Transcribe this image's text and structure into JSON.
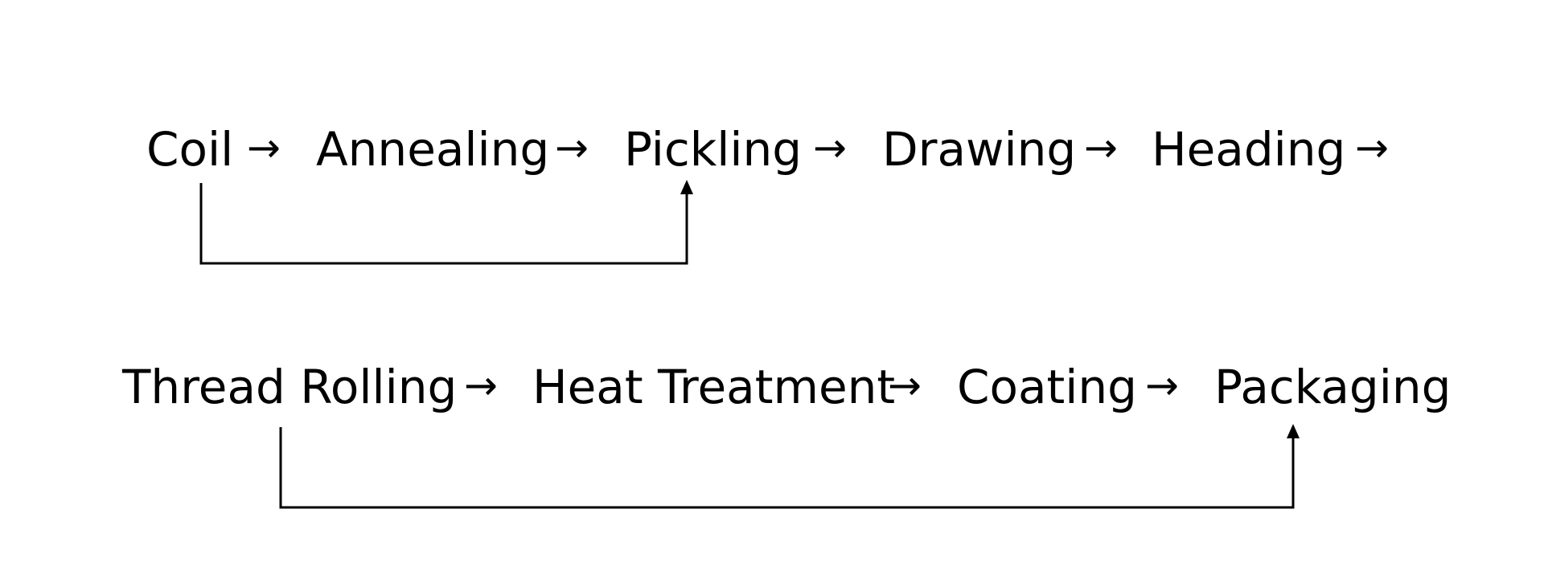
{
  "flow": {
    "row1": [
      {
        "id": "coil",
        "label": "Coil"
      },
      {
        "id": "annealing",
        "label": "Annealing"
      },
      {
        "id": "pickling",
        "label": "Pickling"
      },
      {
        "id": "drawing",
        "label": "Drawing"
      },
      {
        "id": "heading",
        "label": "Heading"
      }
    ],
    "row2": [
      {
        "id": "thread-rolling",
        "label": "Thread Rolling"
      },
      {
        "id": "heat-treatment",
        "label": "Heat Treatment"
      },
      {
        "id": "coating",
        "label": "Coating"
      },
      {
        "id": "packaging",
        "label": "Packaging"
      }
    ],
    "arrow_glyph": "→",
    "bypass_links": [
      {
        "from": "coil",
        "to": "pickling"
      },
      {
        "from": "thread-rolling",
        "to": "packaging"
      }
    ]
  },
  "colors": {
    "text": "#000000",
    "line": "#000000",
    "background": "#ffffff"
  }
}
